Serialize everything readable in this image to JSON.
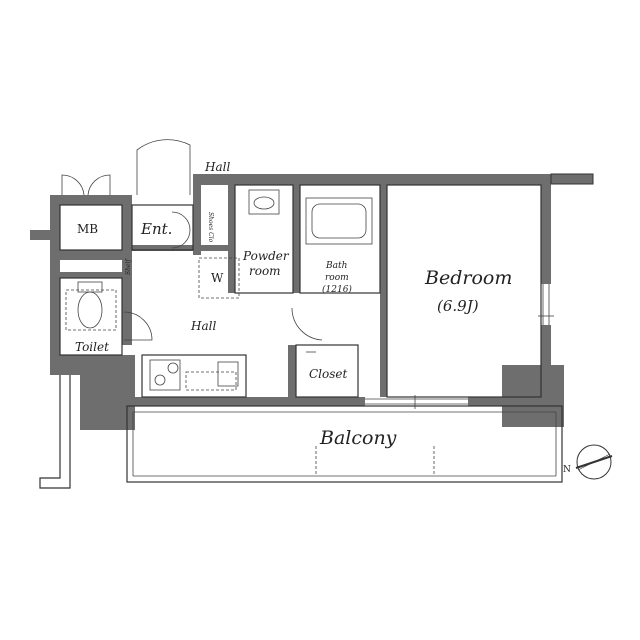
{
  "plan": {
    "rooms": {
      "hall_top": "Hall",
      "mb": "MB",
      "ent": "Ent.",
      "shoes_clo": "Shoes Clo",
      "powder_room_1": "Powder",
      "powder_room_2": "room",
      "w": "W",
      "bath_1": "Bath",
      "bath_2": "room",
      "bath_3": "(1216)",
      "bedroom": "Bedroom",
      "bedroom_size": "(6.9J)",
      "hall_main": "Hall",
      "toilet": "Toilet",
      "closet": "Closet",
      "balcony": "Balcony",
      "shelf": "Shelf"
    },
    "compass": "N"
  }
}
